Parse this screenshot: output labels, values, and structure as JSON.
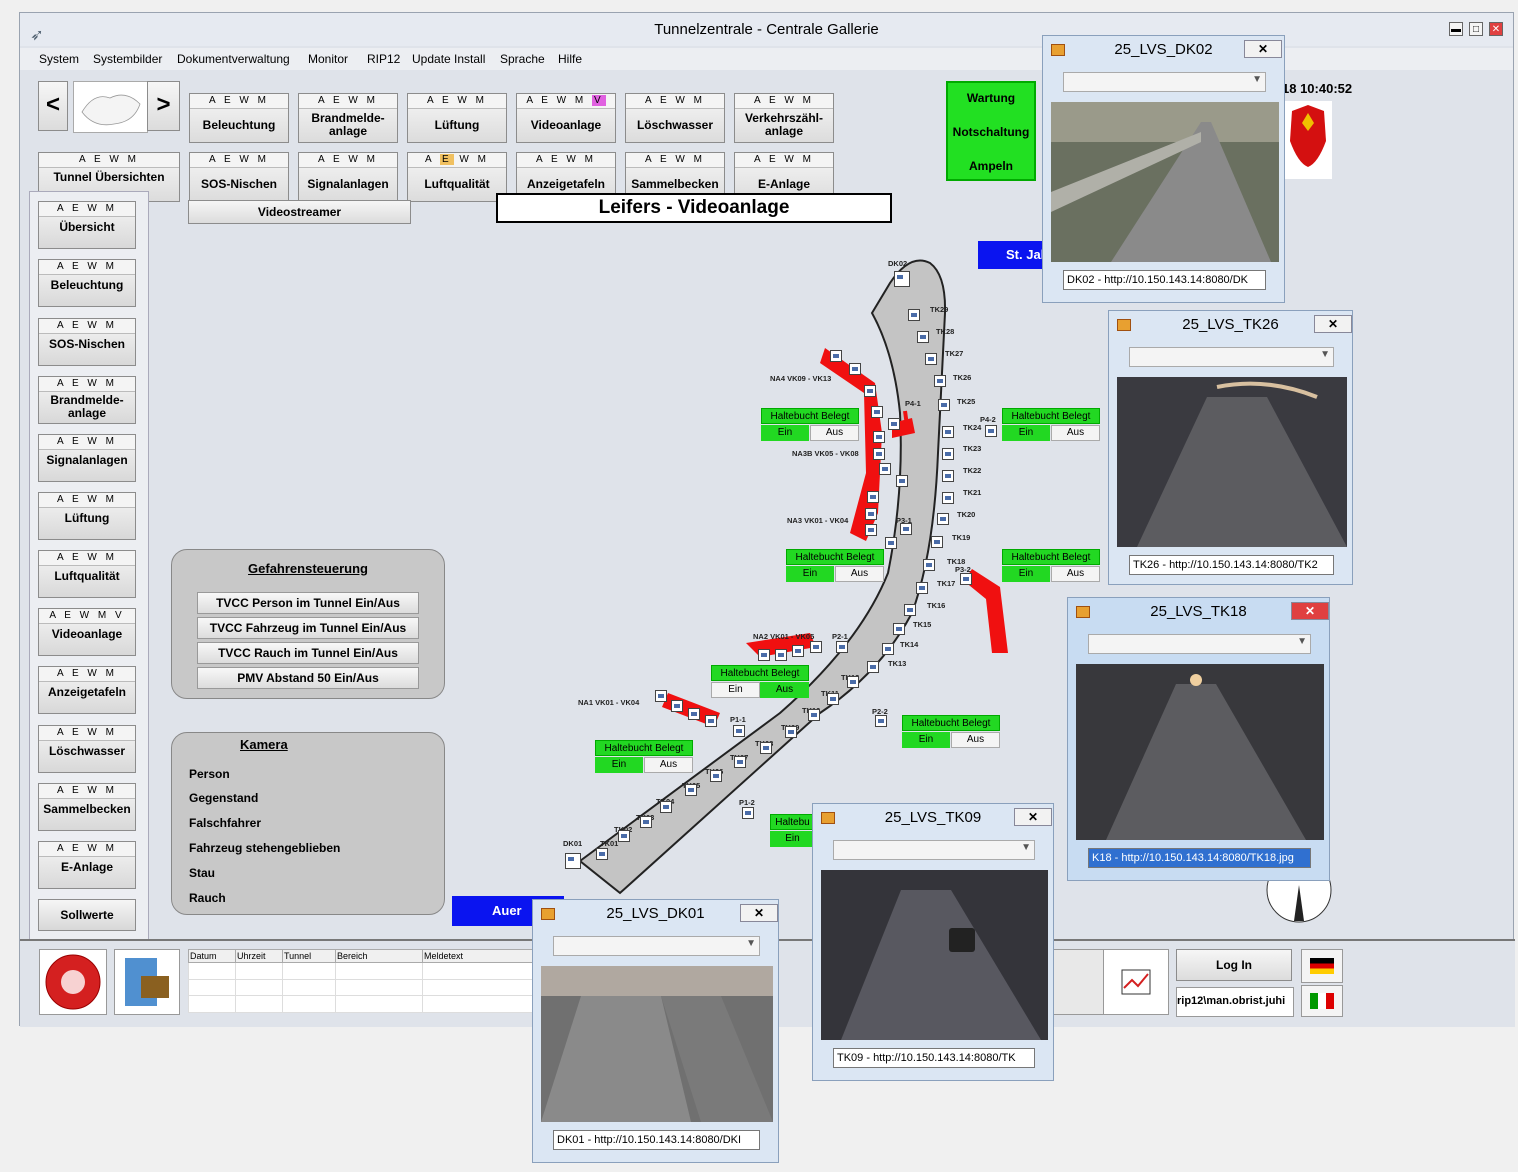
{
  "window": {
    "title": "Tunnelzentrale - Centrale Gallerie",
    "min": "▬",
    "max": "□",
    "close": "✕"
  },
  "menu": [
    "System",
    "Systembilder",
    "Dokumentverwaltung",
    "Monitor",
    "RIP12",
    "Update Install",
    "Sprache",
    "Hilfe"
  ],
  "nav": {
    "prev": "<",
    "next": ">"
  },
  "aewm": "A E W M",
  "aewmv": "A E W M V",
  "toolbar": {
    "row1": [
      "Beleuchtung",
      "Brandmelde-anlage",
      "Lüftung",
      "Videoanlage",
      "Löschwasser",
      "Verkehrszähl-anlage"
    ],
    "row2": [
      "Tunnel Übersichten",
      "SOS-Nischen",
      "Signalanlagen",
      "Luftqualität",
      "Anzeigetafeln",
      "Sammelbecken",
      "E-Anlage"
    ]
  },
  "status_box": {
    "line1": "Wartung",
    "line2": "Notschaltung",
    "line3": "Ampeln",
    "color": "#22e022"
  },
  "clock": "18 10:40:52",
  "videostreamer": "Videostreamer",
  "page_title": "Leifers - Videoanlage",
  "sidebar": [
    "Übersicht",
    "Beleuchtung",
    "SOS-Nischen",
    "Brandmelde-anlage",
    "Signalanlagen",
    "Lüftung",
    "Luftqualität",
    "Videoanlage",
    "Anzeigetafeln",
    "Löschwasser",
    "Sammelbecken",
    "E-Anlage",
    "Sollwerte"
  ],
  "gefahren": {
    "title": "Gefahrensteuerung",
    "buttons": [
      "TVCC Person im Tunnel Ein/Aus",
      "TVCC Fahrzeug im Tunnel Ein/Aus",
      "TVCC Rauch im Tunnel Ein/Aus",
      "PMV Abstand 50 Ein/Aus"
    ]
  },
  "kamera": {
    "title": "Kamera",
    "items": [
      "Person",
      "Gegenstand",
      "Falschfahrer",
      "Fahrzeug stehengeblieben",
      "Stau",
      "Rauch"
    ]
  },
  "portals": {
    "north": "St. Jal",
    "south": "Auer",
    "color": "#0a14f0"
  },
  "haltebucht": {
    "label": "Haltebucht Belegt",
    "on": "Ein",
    "off": "Aus",
    "partial": "Haltebu"
  },
  "tunnel_labels": {
    "dk02": "DK02",
    "dk01": "DK01",
    "na4": "NA4 VK09 - VK13",
    "na3b": "NA3B VK05 - VK08",
    "na3": "NA3 VK01 - VK04",
    "na2": "NA2 VK01 - VK05",
    "na1": "NA1 VK01 - VK04",
    "p41": "P4-1",
    "p42": "P4-2",
    "p31": "P3-1",
    "p32": "P3-2",
    "p21": "P2-1",
    "p22": "P2-2",
    "p11": "P1-1",
    "p12": "P1-2",
    "tk": [
      "TK01",
      "TK02",
      "TK03",
      "TK04",
      "TK05",
      "TK06",
      "TK07",
      "TK08",
      "TK09",
      "TK10",
      "TK11",
      "TK12",
      "TK13",
      "TK14",
      "TK15",
      "TK16",
      "TK17",
      "TK18",
      "TK19",
      "TK20",
      "TK21",
      "TK22",
      "TK23",
      "TK24",
      "TK25",
      "TK26",
      "TK27",
      "TK28",
      "TK29"
    ]
  },
  "log_table": {
    "headers": [
      "Datum",
      "Uhrzeit",
      "Tunnel",
      "Bereich",
      "Meldetext"
    ]
  },
  "login": {
    "button": "Log In",
    "user": "rip12\\man.obrist.juhi"
  },
  "popups": {
    "dk02": {
      "title": "25_LVS_DK02",
      "url": "DK02 - http://10.150.143.14:8080/DK"
    },
    "tk26": {
      "title": "25_LVS_TK26",
      "url": "TK26 - http://10.150.143.14:8080/TK2"
    },
    "tk18": {
      "title": "25_LVS_TK18",
      "url": "K18 - http://10.150.143.14:8080/TK18.jpg"
    },
    "tk09": {
      "title": "25_LVS_TK09",
      "url": "TK09 - http://10.150.143.14:8080/TK"
    },
    "dk01": {
      "title": "25_LVS_DK01",
      "url": "DK01 - http://10.150.143.14:8080/DKI"
    }
  }
}
